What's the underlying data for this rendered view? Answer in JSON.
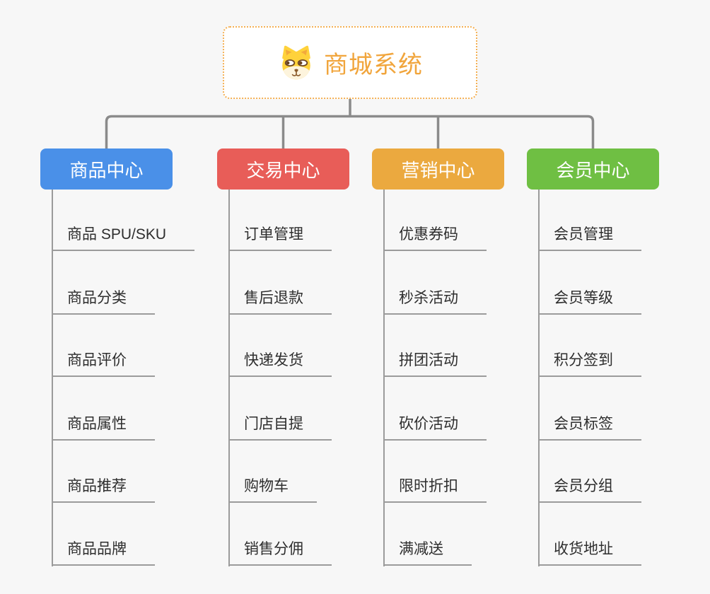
{
  "background": "#f7f7f7",
  "connector_color": "#8b8b8b",
  "child_line_color": "#9b9b9b",
  "root": {
    "title": "商城系统",
    "icon": "dog-logo-icon",
    "text_color": "#f1a53c",
    "border_color": "#f4b054"
  },
  "branches": [
    {
      "label": "商品中心",
      "color": "#4a90e8",
      "items": [
        "商品 SPU/SKU",
        "商品分类",
        "商品评价",
        "商品属性",
        "商品推荐",
        "商品品牌"
      ]
    },
    {
      "label": "交易中心",
      "color": "#e85d58",
      "items": [
        "订单管理",
        "售后退款",
        "快递发货",
        "门店自提",
        "购物车",
        "销售分佣"
      ]
    },
    {
      "label": "营销中心",
      "color": "#eba93f",
      "items": [
        "优惠券码",
        "秒杀活动",
        "拼团活动",
        "砍价活动",
        "限时折扣",
        "满减送"
      ]
    },
    {
      "label": "会员中心",
      "color": "#6fbf43",
      "items": [
        "会员管理",
        "会员等级",
        "积分签到",
        "会员标签",
        "会员分组",
        "收货地址"
      ]
    }
  ]
}
